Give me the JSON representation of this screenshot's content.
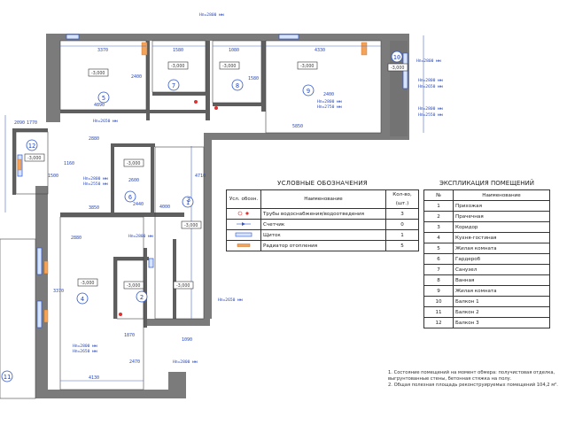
{
  "legend": {
    "title": "УСЛОВНЫЕ ОБОЗНАЧЕНИЯ",
    "headers": [
      "Усл. обозн.",
      "Наименование",
      "Кол-во, (шт.)"
    ],
    "rows": [
      {
        "symbol": "pipe-symbol",
        "name": "Трубы водоснабжения/водоотведения",
        "qty": "3"
      },
      {
        "symbol": "meter-symbol",
        "name": "Счетчик",
        "qty": "0"
      },
      {
        "symbol": "panel-symbol",
        "name": "Щиток",
        "qty": "1"
      },
      {
        "symbol": "radiator-symbol",
        "name": "Радиатор отопления",
        "qty": "5"
      }
    ]
  },
  "explication": {
    "title": "ЭКСПЛИКАЦИЯ ПОМЕЩЕНИЙ",
    "headers": [
      "№",
      "Наименование"
    ],
    "rows": [
      {
        "n": "1",
        "name": "Прихожая"
      },
      {
        "n": "2",
        "name": "Прачечная"
      },
      {
        "n": "3",
        "name": "Коридор"
      },
      {
        "n": "4",
        "name": "Кухня-гостиная"
      },
      {
        "n": "5",
        "name": "Жилая комната"
      },
      {
        "n": "6",
        "name": "Гардероб"
      },
      {
        "n": "7",
        "name": "Санузел"
      },
      {
        "n": "8",
        "name": "Ванная"
      },
      {
        "n": "9",
        "name": "Жилая комната"
      },
      {
        "n": "10",
        "name": "Балкон 1"
      },
      {
        "n": "11",
        "name": "Балкон 2"
      },
      {
        "n": "12",
        "name": "Балкон 3"
      }
    ]
  },
  "notes": [
    "1. Состояние помещений на момент обмера: получистовая отделка, выгрунтованные стены, бетонная стяжка на полу.",
    "2. Общая полезная площадь реконструируемых помещений 104,2 м²."
  ],
  "plan": {
    "room_numbers": [
      "1",
      "2",
      "3",
      "4",
      "5",
      "6",
      "7",
      "8",
      "9",
      "10",
      "11",
      "12"
    ],
    "level_marks": [
      "-3,000",
      "-3,000",
      "-3,000",
      "-3,000",
      "-3,000",
      "-3,000",
      "-3,000",
      "-3,000",
      "-3,000",
      "-3,000",
      "-3,000"
    ],
    "dimensions": [
      "3370",
      "1580",
      "1080",
      "1580",
      "4330",
      "4890",
      "2400",
      "2400",
      "5850",
      "3850",
      "2880",
      "1160",
      "2090",
      "1770",
      "4710",
      "2600",
      "2440",
      "4000",
      "4130",
      "3370",
      "1870",
      "1090",
      "2470",
      "2880",
      "1500"
    ],
    "heights": [
      "Нп=2800 мм",
      "Нп=2800 мм",
      "Нп=2800 мм",
      "Нп=2650 мм",
      "Нп=2800 мм",
      "Нп=2550 мм",
      "Нп=2800 мм",
      "Нп=2750 мм",
      "Нп=2650 мм",
      "Нп=2800 мм",
      "Нп=2550 мм",
      "Нп=2800 мм",
      "Нп=2650 мм",
      "Нп=2800 мм",
      "Нп=2650 мм",
      "Нп=2800 мм"
    ]
  }
}
